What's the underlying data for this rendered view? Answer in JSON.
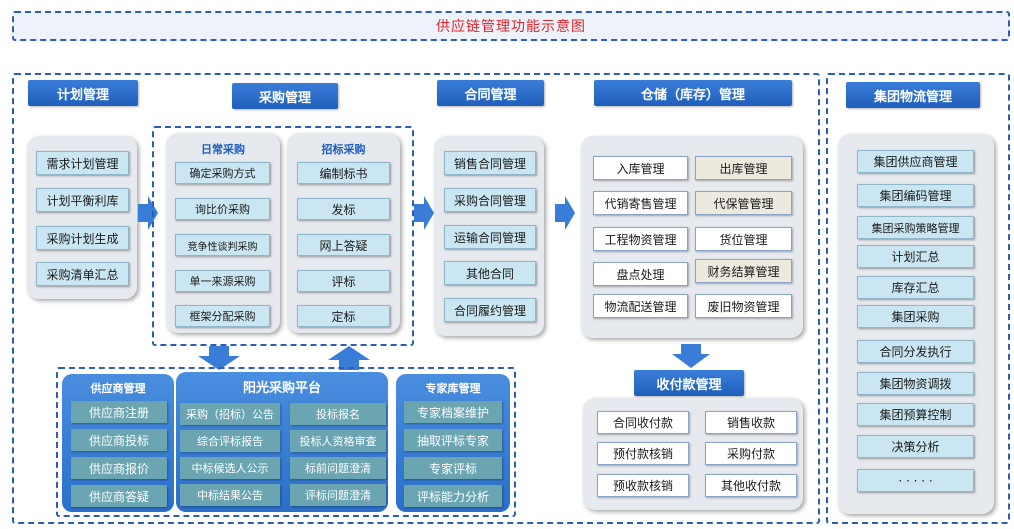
{
  "title": "供应链管理功能示意图",
  "colors": {
    "accent_blue": "#2a6fc9",
    "title_red": "#e2232a",
    "item_blue": "#c9e6f2",
    "item_teal": "#6ba5b1"
  },
  "plan": {
    "header": "计划管理",
    "items": [
      "需求计划管理",
      "计划平衡利库",
      "采购计划生成",
      "采购清单汇总"
    ]
  },
  "purchase": {
    "header": "采购管理",
    "daily": {
      "header": "日常采购",
      "items": [
        "确定采购方式",
        "询比价采购",
        "竞争性谈判采购",
        "单一来源采购",
        "框架分配采购"
      ]
    },
    "bidding": {
      "header": "招标采购",
      "items": [
        "编制标书",
        "发标",
        "网上答疑",
        "评标",
        "定标"
      ]
    }
  },
  "contract": {
    "header": "合同管理",
    "items": [
      "销售合同管理",
      "采购合同管理",
      "运输合同管理",
      "其他合同",
      "合同履约管理"
    ]
  },
  "warehouse": {
    "header": "仓储（库存）管理",
    "left": [
      "入库管理",
      "代销寄售管理",
      "工程物资管理",
      "盘点处理",
      "物流配送管理"
    ],
    "right": [
      "出库管理",
      "代保管管理",
      "货位管理",
      "财务结算管理",
      "废旧物资管理"
    ]
  },
  "payment": {
    "header": "收付款管理",
    "left": [
      "合同收付款",
      "预付款核销",
      "预收款核销"
    ],
    "right": [
      "销售收款",
      "采购付款",
      "其他收付款"
    ]
  },
  "supplier": {
    "header": "供应商管理",
    "items": [
      "供应商注册",
      "供应商投标",
      "供应商报价",
      "供应商答疑"
    ]
  },
  "sunshine": {
    "header": "阳光采购平台",
    "left": [
      "采购（招标）公告",
      "综合评标报告",
      "中标候选人公示",
      "中标结果公告"
    ],
    "right": [
      "投标报名",
      "投标人资格审查",
      "标前问题澄清",
      "评标问题澄清"
    ]
  },
  "expert": {
    "header": "专家库管理",
    "items": [
      "专家档案维护",
      "抽取评标专家",
      "专家评标",
      "评标能力分析"
    ]
  },
  "group": {
    "header": "集团物流管理",
    "items": [
      "集团供应商管理",
      "集团编码管理",
      "集团采购策略管理",
      "计划汇总",
      "库存汇总",
      "集团采购",
      "合同分发执行",
      "集团物资调拨",
      "集团预算控制",
      "决策分析",
      "· · · · ·"
    ]
  }
}
